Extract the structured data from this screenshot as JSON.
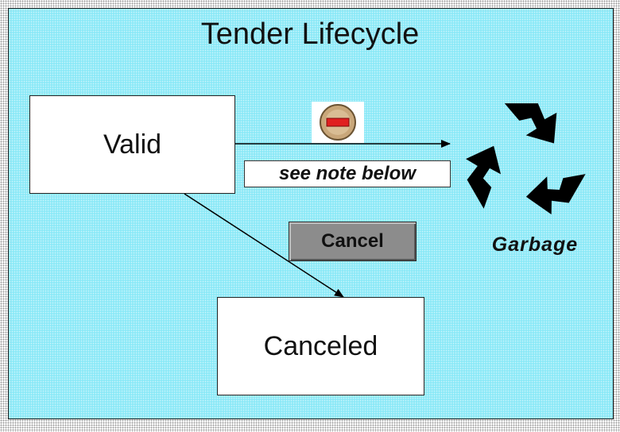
{
  "title": "Tender Lifecycle",
  "states": {
    "valid": "Valid",
    "canceled": "Canceled"
  },
  "transitions": {
    "to_garbage": {
      "note": "see note below",
      "icon": "remove-icon"
    },
    "to_canceled": {
      "action": "Cancel"
    }
  },
  "garbage": {
    "label": "Garbage",
    "icon": "recycle-icon"
  },
  "colors": {
    "panel": "#8ce9f7",
    "box": "#ffffff",
    "cancel_button": "#8c8c8c",
    "remove_icon": "#e02020"
  }
}
